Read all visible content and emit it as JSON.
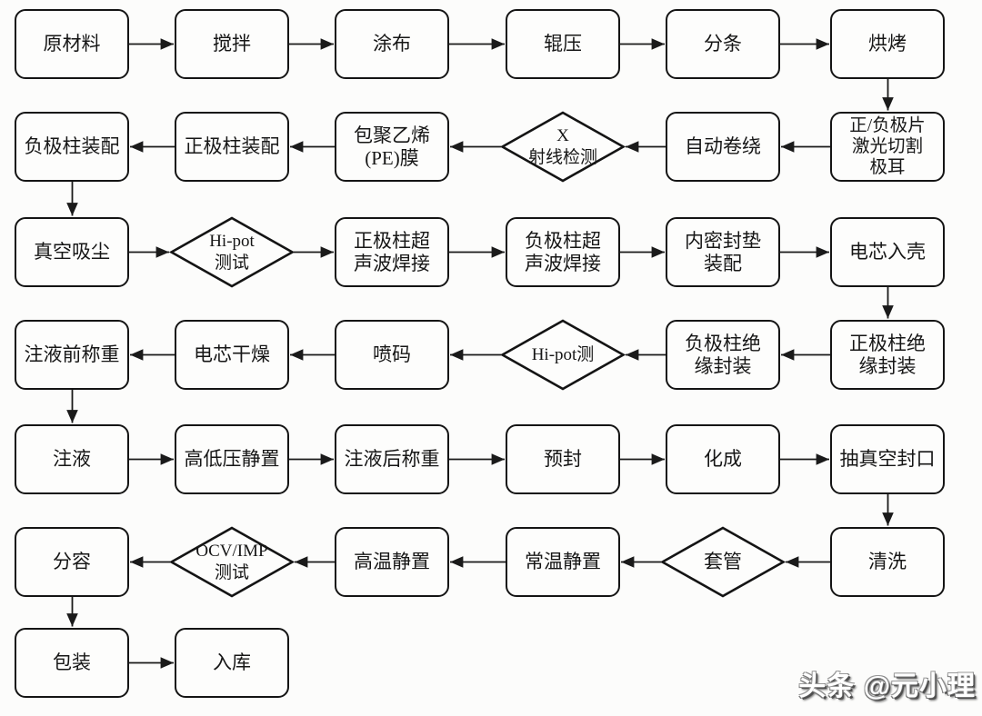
{
  "page": {
    "watermark": "头条 @元小理"
  },
  "flowchart": {
    "description": "battery-cell-manufacturing-process-flow",
    "line_color": "#1a1a1a",
    "box_fill": "#fdfdfc",
    "rows": [
      {
        "flow": "left-to-right",
        "cells": [
          {
            "id": "raw-material",
            "shape": "rect",
            "label": "原材料"
          },
          {
            "id": "mixing",
            "shape": "rect",
            "label": "搅拌"
          },
          {
            "id": "coating",
            "shape": "rect",
            "label": "涂布"
          },
          {
            "id": "roll-pressing",
            "shape": "rect",
            "label": "辊压"
          },
          {
            "id": "slitting",
            "shape": "rect",
            "label": "分条"
          },
          {
            "id": "baking",
            "shape": "rect",
            "label": "烘烤"
          }
        ]
      },
      {
        "flow": "right-to-left",
        "cells": [
          {
            "id": "electrode-laser-cutting",
            "shape": "rect",
            "label": "正/负极片\n激光切割\n极耳"
          },
          {
            "id": "auto-winding",
            "shape": "rect",
            "label": "自动卷绕"
          },
          {
            "id": "xray-inspection",
            "shape": "diamond",
            "label": "X\n射线检测"
          },
          {
            "id": "pe-film-wrapping",
            "shape": "rect",
            "label": "包聚乙烯\n(PE)膜"
          },
          {
            "id": "positive-pole-assembly",
            "shape": "rect",
            "label": "正极柱装配"
          },
          {
            "id": "negative-pole-assembly",
            "shape": "rect",
            "label": "负极柱装配"
          }
        ]
      },
      {
        "flow": "left-to-right",
        "cells": [
          {
            "id": "vacuum-dust-removal",
            "shape": "rect",
            "label": "真空吸尘"
          },
          {
            "id": "hipot-test",
            "shape": "diamond",
            "label": "Hi-pot\n测试"
          },
          {
            "id": "positive-pole-ultrasonic-welding",
            "shape": "rect",
            "label": "正极柱超\n声波焊接"
          },
          {
            "id": "negative-pole-ultrasonic-welding",
            "shape": "rect",
            "label": "负极柱超\n声波焊接"
          },
          {
            "id": "inner-seal-gasket-assembly",
            "shape": "rect",
            "label": "内密封垫\n装配"
          },
          {
            "id": "cell-into-case",
            "shape": "rect",
            "label": "电芯入壳"
          }
        ]
      },
      {
        "flow": "right-to-left",
        "cells": [
          {
            "id": "positive-pole-insulation-sealing",
            "shape": "rect",
            "label": "正极柱绝\n缘封装"
          },
          {
            "id": "negative-pole-insulation-sealing",
            "shape": "rect",
            "label": "负极柱绝\n缘封装"
          },
          {
            "id": "hipot-test-2",
            "shape": "diamond",
            "label": "Hi-pot测"
          },
          {
            "id": "code-spraying",
            "shape": "rect",
            "label": "喷码"
          },
          {
            "id": "cell-drying",
            "shape": "rect",
            "label": "电芯干燥"
          },
          {
            "id": "pre-injection-weighing",
            "shape": "rect",
            "label": "注液前称重"
          }
        ]
      },
      {
        "flow": "left-to-right",
        "cells": [
          {
            "id": "electrolyte-injection",
            "shape": "rect",
            "label": "注液"
          },
          {
            "id": "high-low-pressure-standing",
            "shape": "rect",
            "label": "高低压静置"
          },
          {
            "id": "post-injection-weighing",
            "shape": "rect",
            "label": "注液后称重"
          },
          {
            "id": "pre-sealing",
            "shape": "rect",
            "label": "预封"
          },
          {
            "id": "formation",
            "shape": "rect",
            "label": "化成"
          },
          {
            "id": "vacuum-sealing",
            "shape": "rect",
            "label": "抽真空封口"
          }
        ]
      },
      {
        "flow": "right-to-left",
        "cells": [
          {
            "id": "cleaning",
            "shape": "rect",
            "label": "清洗"
          },
          {
            "id": "sleeving",
            "shape": "diamond",
            "label": "套管"
          },
          {
            "id": "room-temperature-standing",
            "shape": "rect",
            "label": "常温静置"
          },
          {
            "id": "high-temperature-standing",
            "shape": "rect",
            "label": "高温静置"
          },
          {
            "id": "ocv-imp-test",
            "shape": "diamond",
            "label": "OCV/IMP\n测试"
          },
          {
            "id": "capacity-grading",
            "shape": "rect",
            "label": "分容"
          }
        ]
      },
      {
        "flow": "left-to-right",
        "cells": [
          {
            "id": "packaging",
            "shape": "rect",
            "label": "包装"
          },
          {
            "id": "warehousing",
            "shape": "rect",
            "label": "入库"
          }
        ]
      }
    ]
  }
}
